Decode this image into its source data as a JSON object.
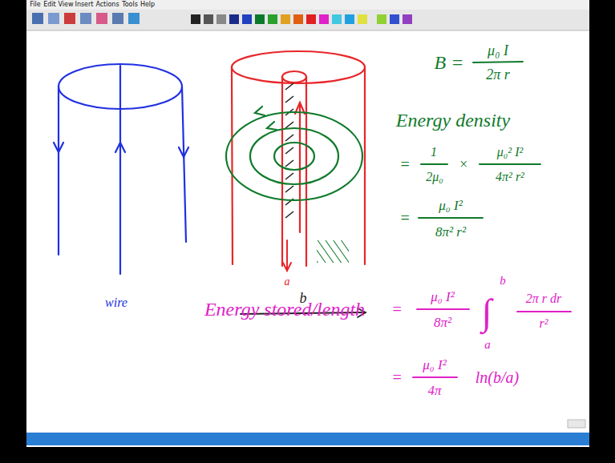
{
  "diagram": {
    "labels": [
      "File",
      "Edit",
      "View",
      "Insert",
      "Actions",
      "Tools",
      "Help",
      "wire",
      "a",
      "b",
      "B =",
      "μ₀ I",
      "2π r",
      "Energy density",
      "=",
      "1",
      "2μ₀",
      "×",
      "μ₀² I²",
      "4π² r²",
      "=",
      "μ₀ I²",
      "8π² r²",
      "Energy stored/length",
      "=",
      "μ₀ I²",
      "8π²",
      "∫",
      "b",
      "a",
      "2π r dr",
      "r²",
      "=",
      "μ₀ I²",
      "4π",
      "ln(b/a)"
    ]
  }
}
